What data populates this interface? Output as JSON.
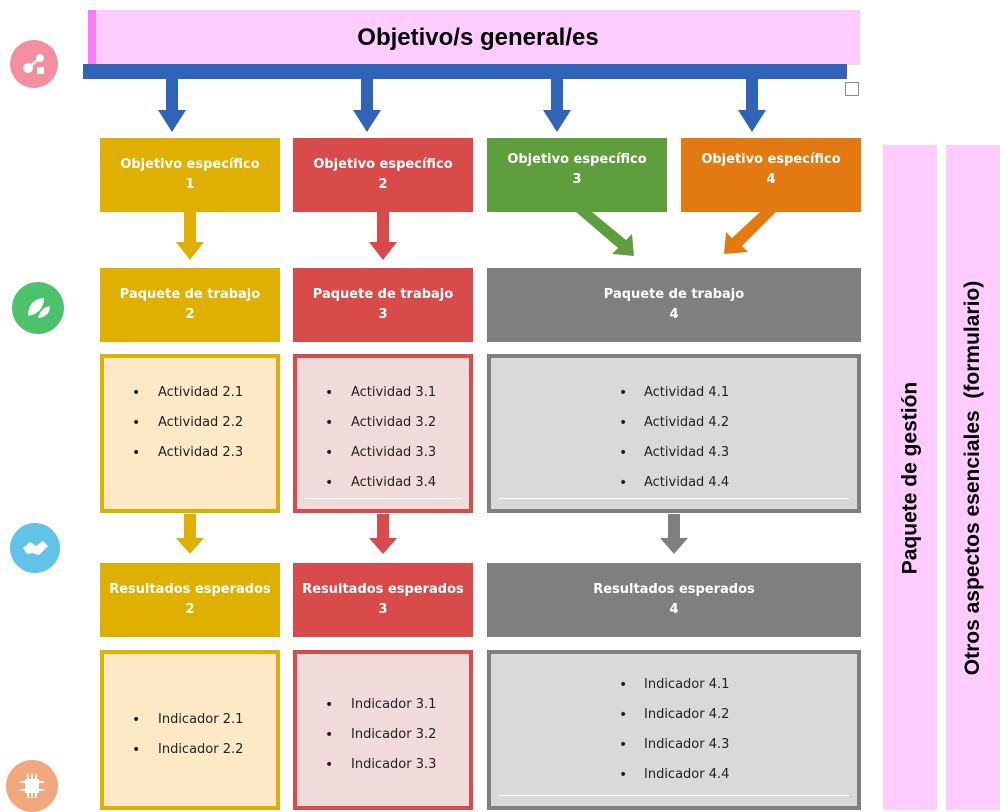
{
  "header": {
    "title": "Objetivo/s general/es"
  },
  "objectives": [
    {
      "label": "Objetivo específico",
      "number": "1",
      "color": "#e0b000"
    },
    {
      "label": "Objetivo específico",
      "number": "2",
      "color": "#d94b4b"
    },
    {
      "label": "Objetivo específico",
      "number": "3",
      "color": "#5e9e3c"
    },
    {
      "label": "Objetivo específico",
      "number": "4",
      "color": "#e27a11"
    }
  ],
  "packages": [
    {
      "label": "Paquete de trabajo",
      "number": "2",
      "color": "#e0b000"
    },
    {
      "label": "Paquete de trabajo",
      "number": "3",
      "color": "#d94b4b"
    },
    {
      "label": "Paquete de trabajo",
      "number": "4",
      "color": "#7f7f7f"
    }
  ],
  "activities": [
    {
      "items": [
        "Actividad 2.1",
        "Actividad 2.2",
        "Actividad 2.3"
      ]
    },
    {
      "items": [
        "Actividad 3.1",
        "Actividad 3.2",
        "Actividad 3.3",
        "Actividad 3.4"
      ]
    },
    {
      "items": [
        "Actividad 4.1",
        "Actividad 4.2",
        "Actividad 4.3",
        "Actividad 4.4"
      ]
    }
  ],
  "results": [
    {
      "label": "Resultados esperados",
      "number": "2",
      "color": "#e0b000"
    },
    {
      "label": "Resultados esperados",
      "number": "3",
      "color": "#d94b4b"
    },
    {
      "label": "Resultados esperados",
      "number": "4",
      "color": "#7f7f7f"
    }
  ],
  "indicators": [
    {
      "items": [
        "Indicador 2.1",
        "Indicador 2.2"
      ]
    },
    {
      "items": [
        "Indicador 3.1",
        "Indicador 3.2",
        "Indicador 3.3"
      ]
    },
    {
      "items": [
        "Indicador 4.1",
        "Indicador 4.2",
        "Indicador 4.3",
        "Indicador 4.4"
      ]
    }
  ],
  "side": {
    "management": "Paquete de gestión",
    "other": "Otros aspectos esenciales  (formulario)"
  },
  "icons": [
    {
      "name": "network-icon",
      "color": "#f48f9f"
    },
    {
      "name": "leaves-icon",
      "color": "#4cc36a"
    },
    {
      "name": "handshake-icon",
      "color": "#61c3e6"
    },
    {
      "name": "chip-icon",
      "color": "#f3a77c"
    }
  ],
  "colors": {
    "blue_arrow": "#2f64b8",
    "title_bg": "#ffccff",
    "side_bg": "#ffccff",
    "yellow_box_bg": "#fde9c6",
    "red_box_bg": "#f1dada",
    "gray_box_bg": "#d9d9d9"
  }
}
